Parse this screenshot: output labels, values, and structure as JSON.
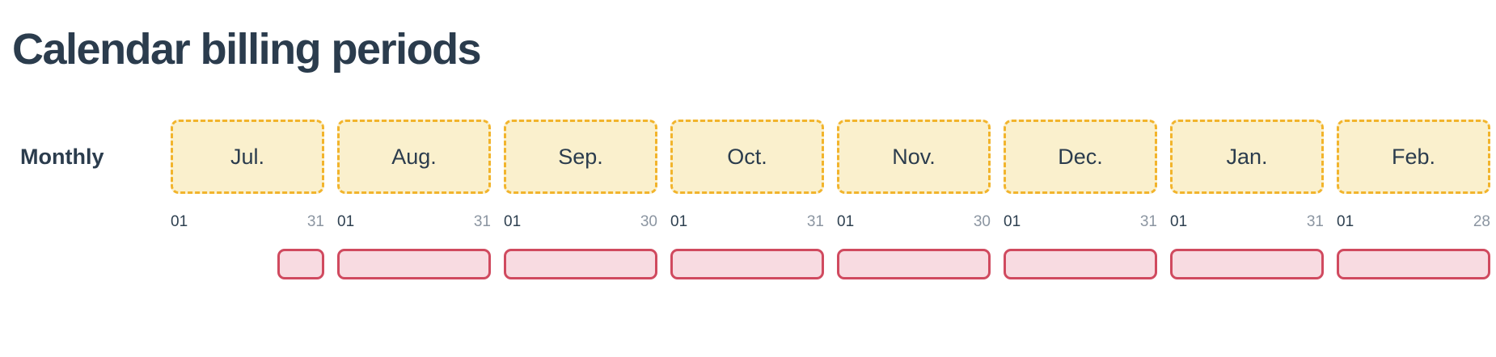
{
  "title": "Calendar billing periods",
  "row_label": "Monthly",
  "months": [
    {
      "label": "Jul.",
      "start_day": "01",
      "end_day": "31",
      "period": "partial"
    },
    {
      "label": "Aug.",
      "start_day": "01",
      "end_day": "31",
      "period": "full"
    },
    {
      "label": "Sep.",
      "start_day": "01",
      "end_day": "30",
      "period": "full"
    },
    {
      "label": "Oct.",
      "start_day": "01",
      "end_day": "31",
      "period": "full"
    },
    {
      "label": "Nov.",
      "start_day": "01",
      "end_day": "30",
      "period": "full"
    },
    {
      "label": "Dec.",
      "start_day": "01",
      "end_day": "31",
      "period": "full"
    },
    {
      "label": "Jan.",
      "start_day": "01",
      "end_day": "31",
      "period": "full"
    },
    {
      "label": "Feb.",
      "start_day": "01",
      "end_day": "28",
      "period": "full"
    }
  ],
  "colors": {
    "background": "#ffffff",
    "heading_text": "#2b3c4d",
    "month_box_fill": "#faf0cd",
    "month_box_border": "#f2b42c",
    "month_text": "#2b3c4d",
    "day_start_text": "#2e4050",
    "day_end_text": "#8b95a1",
    "period_fill": "#f8dbe1",
    "period_border": "#d04a5f"
  }
}
